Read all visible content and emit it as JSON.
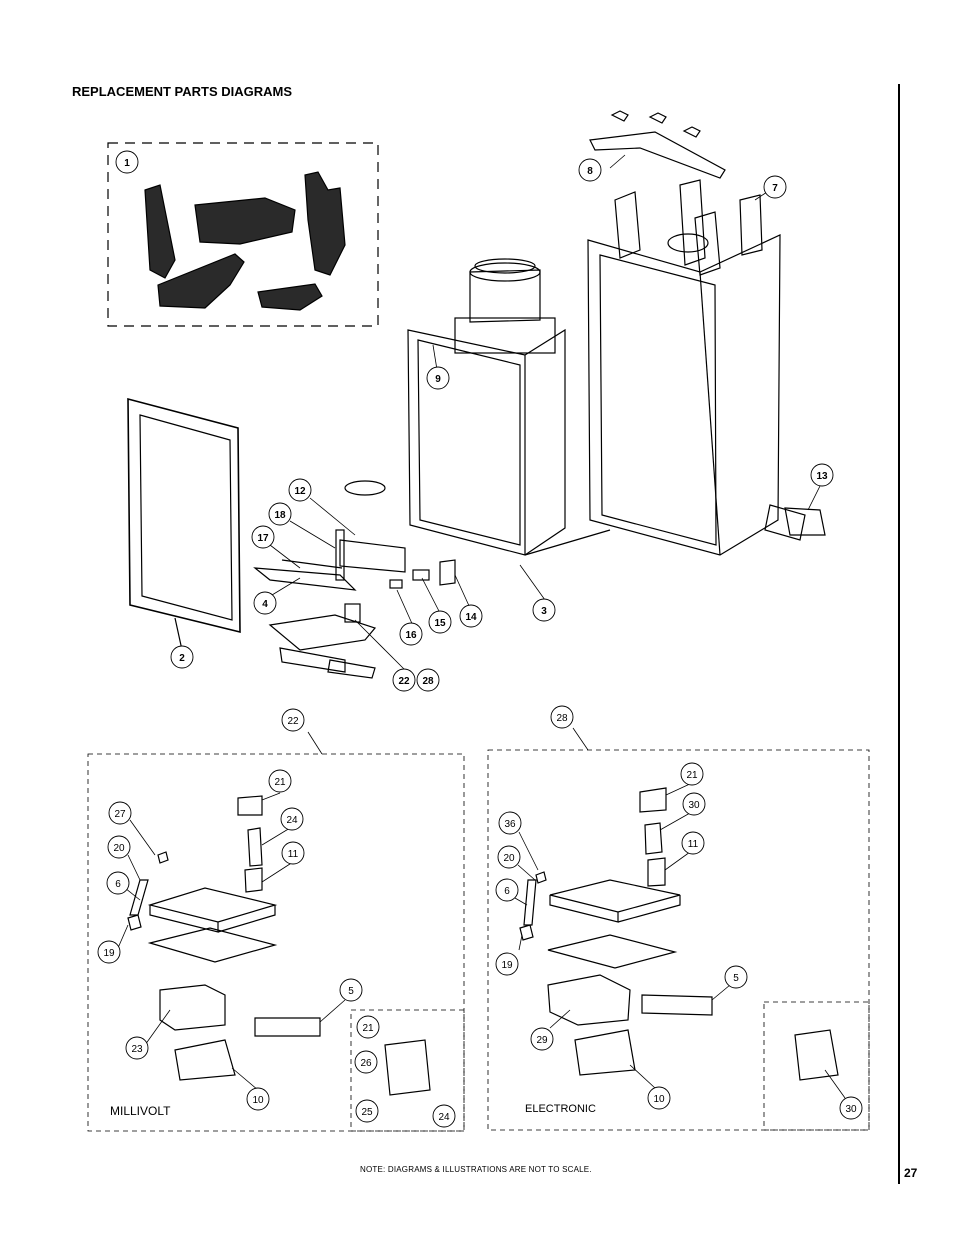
{
  "heading": "REPLACEMENT PARTS DIAGRAMS",
  "page_number": "27",
  "note": "NOTE: DIAGRAMS & ILLUSTRATIONS ARE NOT TO SCALE.",
  "variants": {
    "left_label": "MILLIVOLT",
    "right_label": "ELECTRONIC"
  },
  "callouts": {
    "top": [
      "1",
      "8",
      "7",
      "9",
      "13",
      "12",
      "18",
      "17",
      "4",
      "2",
      "16",
      "15",
      "14",
      "3",
      "22",
      "28"
    ],
    "millivolt": [
      "22",
      "21",
      "27",
      "24",
      "20",
      "11",
      "6",
      "19",
      "5",
      "23",
      "21",
      "26",
      "10",
      "25",
      "24"
    ],
    "electronic": [
      "28",
      "21",
      "30",
      "36",
      "20",
      "11",
      "6",
      "19",
      "5",
      "29",
      "10",
      "30"
    ]
  }
}
